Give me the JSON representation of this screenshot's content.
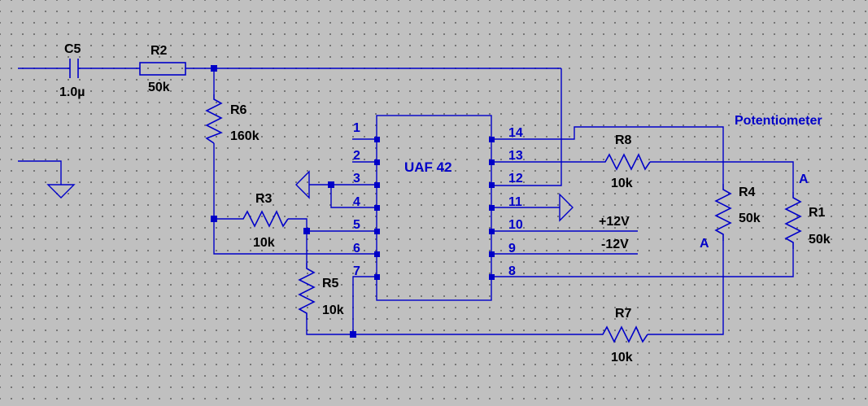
{
  "components": {
    "c5": {
      "name": "C5",
      "value": "1.0µ"
    },
    "r2": {
      "name": "R2",
      "value": "50k"
    },
    "r6": {
      "name": "R6",
      "value": "160k"
    },
    "r3": {
      "name": "R3",
      "value": "10k"
    },
    "r5": {
      "name": "R5",
      "value": "10k"
    },
    "r7": {
      "name": "R7",
      "value": "10k"
    },
    "r8": {
      "name": "R8",
      "value": "10k"
    },
    "r4": {
      "name": "R4",
      "value": "50k"
    },
    "r1": {
      "name": "R1",
      "value": "50k"
    }
  },
  "ic": {
    "name": "UAF 42",
    "pins": [
      "1",
      "2",
      "3",
      "4",
      "5",
      "6",
      "7",
      "8",
      "9",
      "10",
      "11",
      "12",
      "13",
      "14"
    ]
  },
  "labels": {
    "pos_supply": "+12V",
    "neg_supply": "-12V",
    "potentiometer": "Potentiometer",
    "wiper_a_r4": "A",
    "wiper_a_r1": "A"
  }
}
